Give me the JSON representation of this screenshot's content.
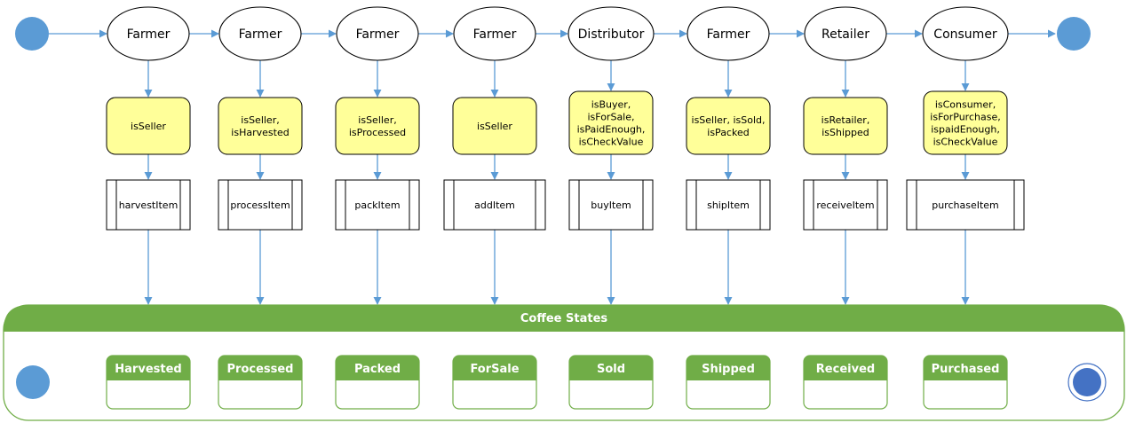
{
  "colors": {
    "connector": "#5b9bd5",
    "start_node": "#5b9bd5",
    "end_node_fill": "#4472c4",
    "condition_fill": "#ffff99",
    "state_header": "#70ad47",
    "container_border": "#70ad47"
  },
  "lanes": [
    {
      "role": "Farmer",
      "condition": [
        "isSeller"
      ],
      "function": "harvestItem",
      "state": "Harvested"
    },
    {
      "role": "Farmer",
      "condition": [
        "isSeller,",
        "isHarvested"
      ],
      "function": "processItem",
      "state": "Processed"
    },
    {
      "role": "Farmer",
      "condition": [
        "isSeller,",
        "isProcessed"
      ],
      "function": "packItem",
      "state": "Packed"
    },
    {
      "role": "Farmer",
      "condition": [
        "isSeller"
      ],
      "function": "addItem",
      "state": "ForSale"
    },
    {
      "role": "Distributor",
      "condition": [
        "isBuyer,",
        "isForSale,",
        "isPaidEnough,",
        "isCheckValue"
      ],
      "function": "buyItem",
      "state": "Sold"
    },
    {
      "role": "Farmer",
      "condition": [
        "isSeller, isSold,",
        "isPacked"
      ],
      "function": "shipItem",
      "state": "Shipped"
    },
    {
      "role": "Retailer",
      "condition": [
        "isRetailer,",
        "isShipped"
      ],
      "function": "receiveItem",
      "state": "Received"
    },
    {
      "role": "Consumer",
      "condition": [
        "isConsumer,",
        "isForPurchase,",
        "ispaidEnough,",
        "isCheckValue"
      ],
      "function": "purchaseItem",
      "state": "Purchased"
    }
  ],
  "states_container": {
    "title": "Coffee States"
  }
}
